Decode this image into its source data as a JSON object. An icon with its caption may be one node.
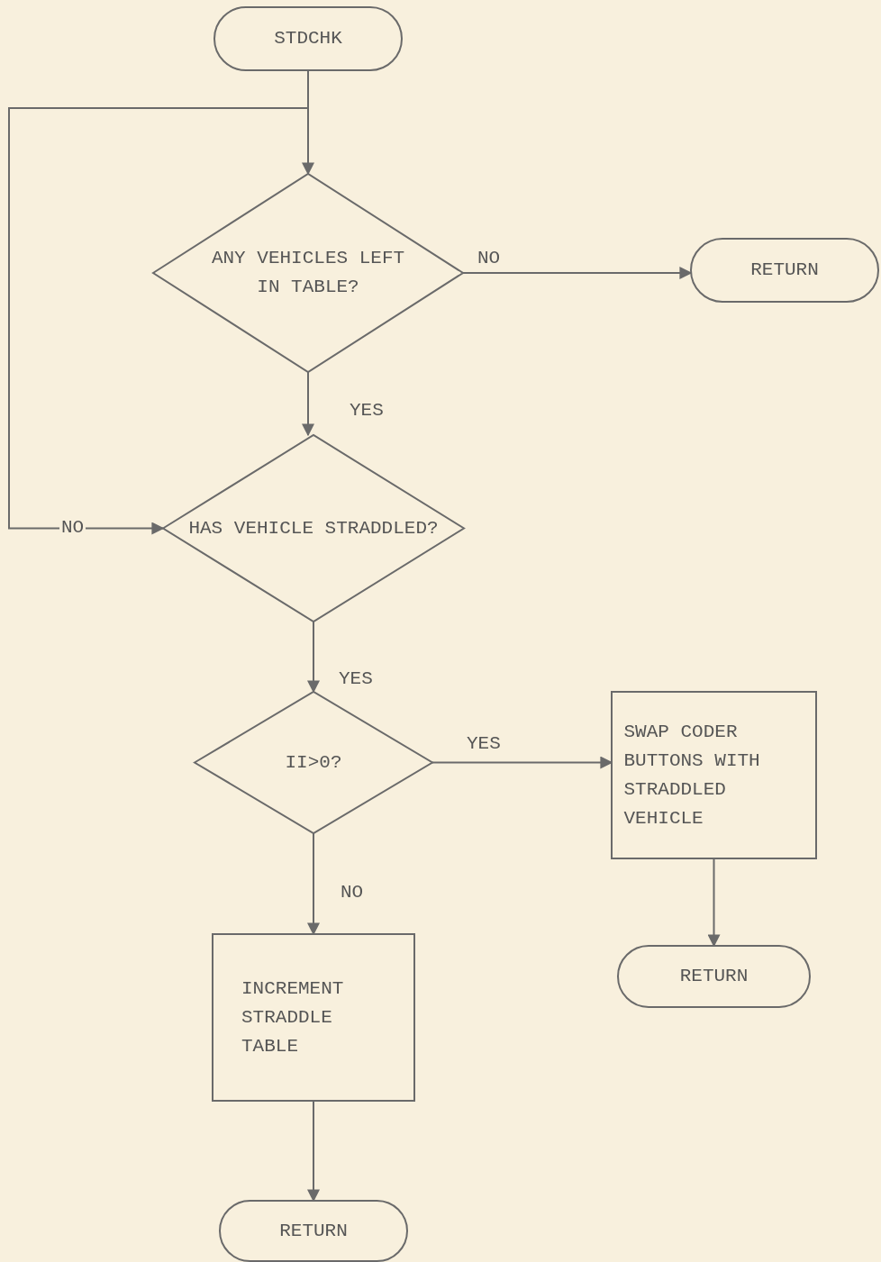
{
  "diagram": {
    "nodes": [
      {
        "text": [
          "STDCHK"
        ]
      },
      {
        "text": [
          "ANY VEHICLES LEFT IN TABLE?"
        ]
      },
      {
        "text": [
          "RETURN"
        ]
      },
      {
        "text": [
          "HAS VEHICLE STRADDLED?"
        ]
      },
      {
        "text": [
          "II>0?"
        ]
      },
      {
        "text": [
          "SWAP CODER BUTTONS WITH STRADDLED VEHICLE"
        ]
      },
      {
        "text": [
          "RETURN"
        ]
      },
      {
        "text": [
          "INCREMENT STRADDLE TABLE"
        ]
      },
      {
        "text": [
          "RETURN"
        ]
      }
    ],
    "edges": [
      {
        "from": 0,
        "to": 1,
        "arrow": "to"
      },
      {
        "from": 1,
        "to": 2,
        "arrow": "to",
        "label": "NO"
      },
      {
        "from": 1,
        "to": 3,
        "arrow": "to",
        "label": "YES"
      },
      {
        "from": 0,
        "to": 3,
        "arrow": "to",
        "label": "NO"
      },
      {
        "from": 3,
        "to": 4,
        "arrow": "to",
        "label": "YES"
      },
      {
        "from": 4,
        "to": 5,
        "arrow": "to",
        "label": "YES"
      },
      {
        "from": 5,
        "to": 6,
        "arrow": "to"
      },
      {
        "from": 4,
        "to": 7,
        "arrow": "to",
        "label": "NO"
      },
      {
        "from": 7,
        "to": 8,
        "arrow": "to"
      }
    ]
  }
}
